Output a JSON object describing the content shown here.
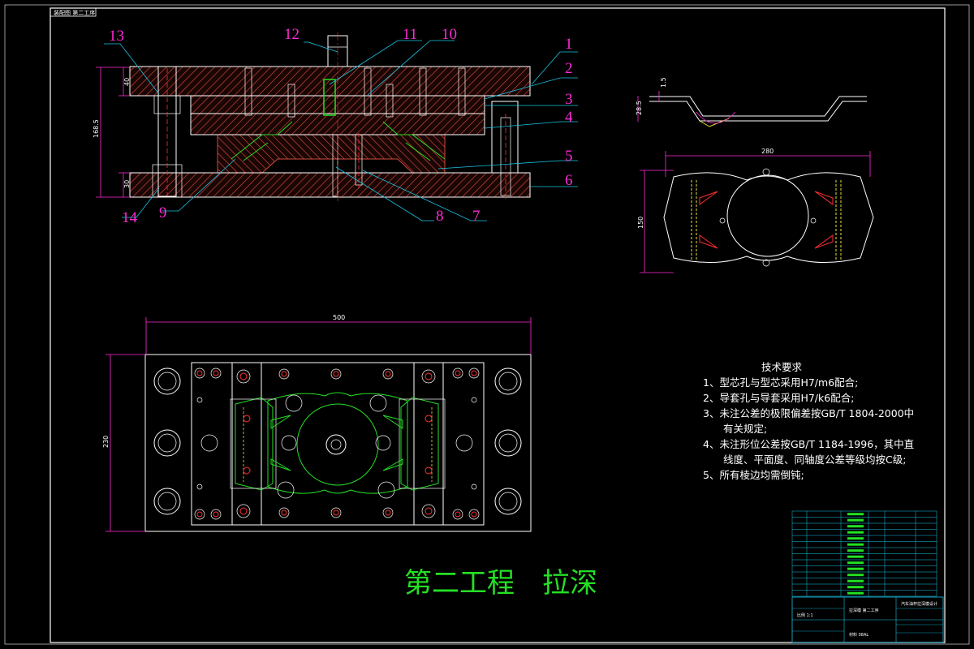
{
  "drawing_tag": "装配图 第二工序",
  "main_title": "第二工程　拉深",
  "requirements": {
    "title": "技术要求",
    "items": [
      "1、型芯孔与型芯采用H7/m6配合;",
      "2、导套孔与导套采用H7/k6配合;",
      "3、未注公差的极限偏差按GB/T 1804-2000中",
      "　　有关规定;",
      "4、未注形位公差按GB/T 1184-1996，其中直",
      "　　线度、平面度、同轴度公差等级均按C级;",
      "5、所有棱边均需倒钝;"
    ]
  },
  "callouts": [
    "1",
    "2",
    "3",
    "4",
    "5",
    "6",
    "7",
    "8",
    "9",
    "10",
    "11",
    "12",
    "13",
    "14"
  ],
  "dimensions": {
    "section_height": "168.5",
    "upper_plate": "40",
    "lower_plate": "30",
    "plan_width": "500",
    "plan_height": "230",
    "part_width": "280",
    "part_height": "150",
    "part_depth": "28.5",
    "part_thickness": "1.5"
  },
  "title_block": {
    "drawing_name": "拉深模 第二工序",
    "project": "汽车油杯拉深模设计",
    "material_note": "比例 1:1",
    "scale_note": "材料 08AL"
  },
  "colors": {
    "background": "#000000",
    "outline": "#ffffff",
    "hatch": "#d24a3c",
    "dimension": "#ff2bd6",
    "leader": "#18c4e6",
    "highlight": "#24e024"
  }
}
